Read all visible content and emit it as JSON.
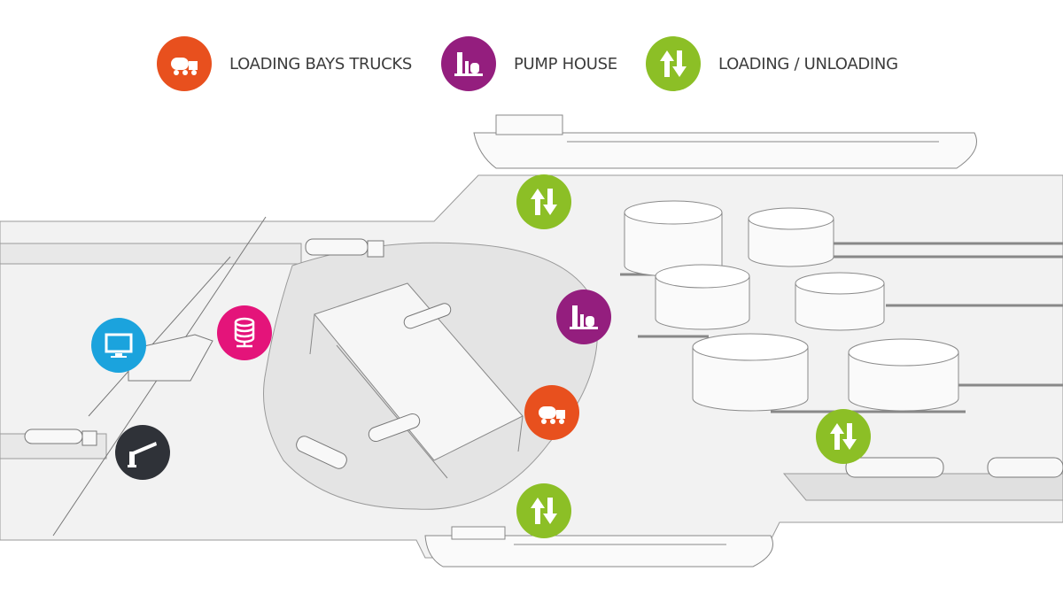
{
  "legend": [
    {
      "label": "LOADING BAYS TRUCKS",
      "icon": "tanker-truck-icon",
      "color": "#e8501e"
    },
    {
      "label": "PUMP HOUSE",
      "icon": "pump-house-icon",
      "color": "#941e7e"
    },
    {
      "label": "LOADING / UNLOADING",
      "icon": "up-down-arrows-icon",
      "color": "#8cbf26"
    }
  ],
  "markers": {
    "monitor_color": "#1ba3dd",
    "database_color": "#e4147a",
    "barrier_color": "#2f3238"
  }
}
